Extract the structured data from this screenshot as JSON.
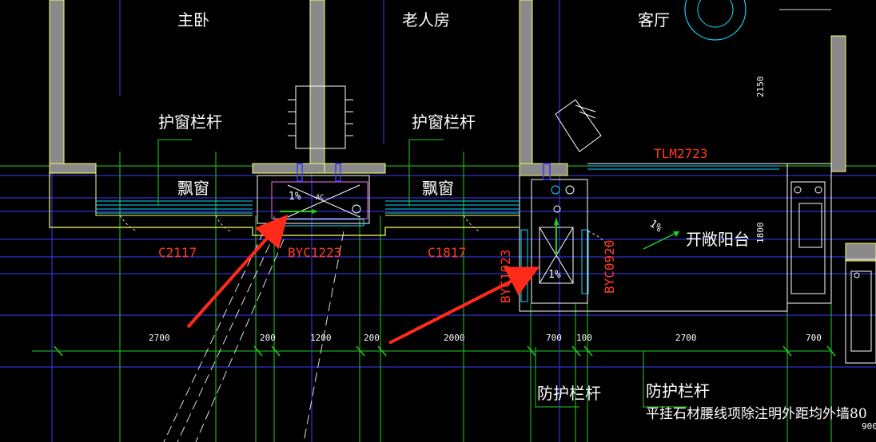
{
  "rooms": {
    "master_bedroom": "主卧",
    "elder_room": "老人房",
    "living_room": "客厅",
    "open_balcony": "开敞阳台"
  },
  "annotations": {
    "window_guard_left": "护窗栏杆",
    "window_guard_right": "护窗栏杆",
    "bay_window_left": "飘窗",
    "bay_window_right": "飘窗",
    "guard_rail_bottom": "防护栏杆",
    "guard_rail_right": "防护栏杆",
    "note_bottom": "平挂石材腰线项除注明外距均外墙80",
    "ac_label": "AC"
  },
  "window_codes": {
    "c2117": "C2117",
    "byc1223": "BYC1223",
    "c1817": "C1817",
    "byc1023": "BYC1023",
    "byc0920": "BYC0920",
    "tlm2723": "TLM2723"
  },
  "slopes": {
    "s1": "1%",
    "s2": "1%",
    "s3": "1%"
  },
  "dimensions": {
    "d2700a": "2700",
    "d200a": "200",
    "d1200": "1200",
    "d200b": "200",
    "d2000": "2000",
    "d700a": "700",
    "d100": "100",
    "d2700b": "2700",
    "d700b": "700",
    "d2150": "2150",
    "d1800": "1800",
    "d900": "900"
  },
  "colors": {
    "background": "#000000",
    "wall_gray": "#8a8a8a",
    "wall_outline": "#ffff66",
    "grid_green": "#1fcf1f",
    "grid_blue": "#3b3bff",
    "window_cyan": "#18d6ff",
    "code_red": "#ff3b1f",
    "pointer_red": "#ff2a1a"
  }
}
